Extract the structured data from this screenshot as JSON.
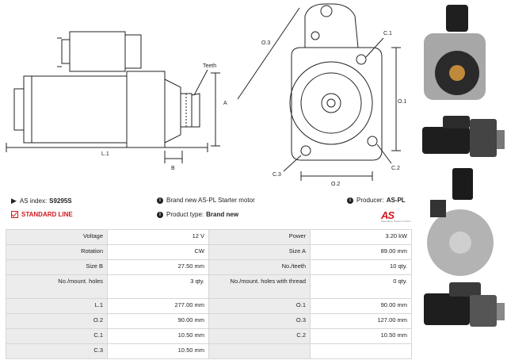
{
  "diagram": {
    "teeth_label": "Teeth",
    "dim_A": "A",
    "dim_B": "B",
    "dim_L1": "L.1",
    "dim_O1": "O.1",
    "dim_O2": "O.2",
    "dim_O3": "O.3",
    "dim_C1": "C.1",
    "dim_C2": "C.2",
    "dim_C3": "C.3"
  },
  "info": {
    "as_index_label": "AS index:",
    "as_index_value": "S9295S",
    "standard_line": "STANDARD LINE",
    "brand_new_text": "Brand new AS-PL Starter motor",
    "product_type_label": "Product type:",
    "product_type_value": "Brand new",
    "producer_label": "Producer:",
    "producer_value": "AS-PL"
  },
  "logo": {
    "text": "AS",
    "sub": "Alternators, Starters & Parts"
  },
  "specs": [
    [
      {
        "l": "Voltage",
        "v": "12 V"
      },
      {
        "l": "Power",
        "v": "3.20 kW"
      }
    ],
    [
      {
        "l": "Rotation",
        "v": "CW"
      },
      {
        "l": "Size A",
        "v": "89.00 mm"
      }
    ],
    [
      {
        "l": "Size B",
        "v": "27.50 mm"
      },
      {
        "l": "No./teeth",
        "v": "10 qty."
      }
    ],
    [
      {
        "l": "No./mount. holes",
        "v": "3 qty."
      },
      {
        "l": "No./mount. holes with thread",
        "v": "0 qty."
      }
    ],
    [
      {
        "l": "L.1",
        "v": "277.00 mm"
      },
      {
        "l": "O.1",
        "v": "90.00 mm"
      }
    ],
    [
      {
        "l": "O.2",
        "v": "90.00 mm"
      },
      {
        "l": "O.3",
        "v": "127.00 mm"
      }
    ],
    [
      {
        "l": "C.1",
        "v": "10.50 mm"
      },
      {
        "l": "C.2",
        "v": "10.50 mm"
      }
    ],
    [
      {
        "l": "C.3",
        "v": "10.50 mm"
      },
      {
        "l": "",
        "v": ""
      }
    ]
  ],
  "colors": {
    "accent": "#d0181f",
    "label_bg": "#ececec",
    "border": "#d6d6d6"
  }
}
